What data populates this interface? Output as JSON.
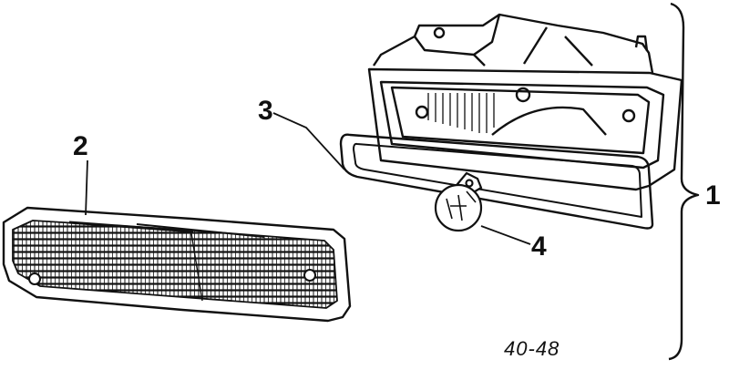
{
  "callouts": {
    "assembly": "1",
    "lens": "2",
    "gasket": "3",
    "bulb": "4"
  },
  "reference_code": "40-48",
  "colors": {
    "ink": "#111111",
    "paper": "#ffffff"
  }
}
